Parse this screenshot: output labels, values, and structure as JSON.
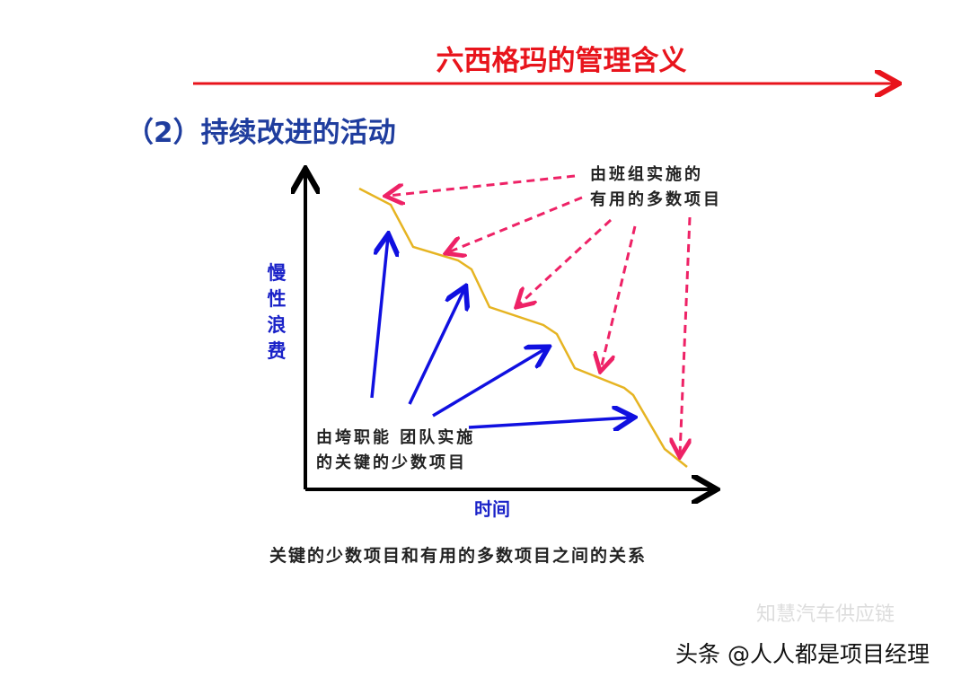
{
  "title": "六西格玛的管理含义",
  "subtitle": "（2）持续改进的活动",
  "diagram": {
    "y_axis_label": "慢性浪费",
    "x_axis_label": "时间",
    "label_team_projects_line1": "由班组实施的",
    "label_team_projects_line2": "有用的多数项目",
    "label_cross_projects_line1": "由垮职能 团队实施",
    "label_cross_projects_line2": "的关键的少数项目",
    "caption": "关键的少数项目和有用的多数项目之间的关系",
    "colors": {
      "axis": "#000000",
      "curve": "#e6b422",
      "blue_arrows": "#1010e0",
      "pink_arrows": "#ee2266",
      "title": "#e8141c",
      "subtitle": "#1f3d9e"
    }
  },
  "watermark": {
    "faint": "知慧汽车供应链",
    "main": "头条 @人人都是项目经理"
  }
}
